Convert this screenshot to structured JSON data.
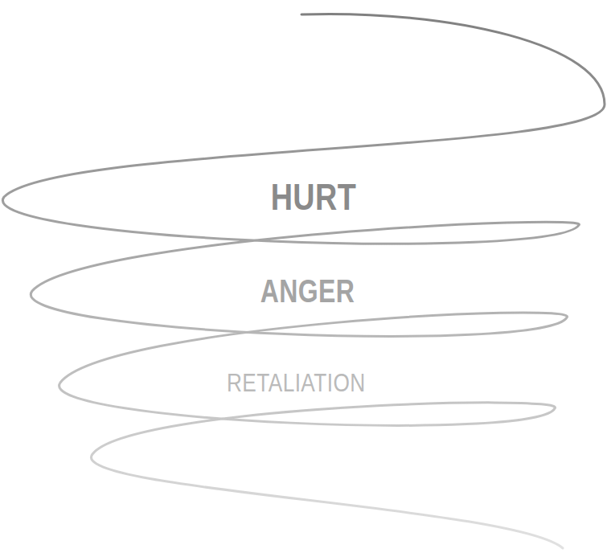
{
  "diagram": {
    "labels": [
      "HURT",
      "ANGER",
      "RETALIATION"
    ]
  }
}
